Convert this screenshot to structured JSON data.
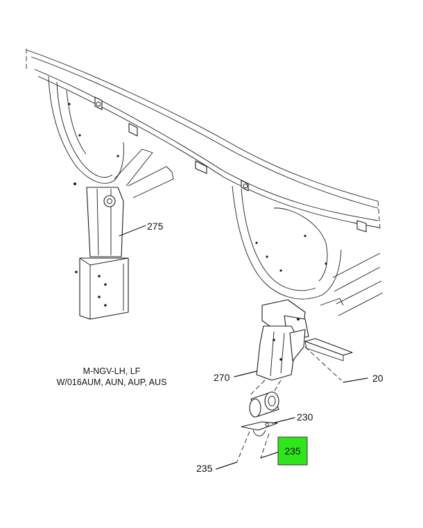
{
  "diagram": {
    "note": {
      "line1": "M-NGV-LH, LF",
      "line2": "W/016AUM, AUN, AUP, AUS"
    },
    "callouts": {
      "c275": "275",
      "c270": "270",
      "c20": "20",
      "c230": "230",
      "c235_left": "235",
      "c235_highlight": "235"
    },
    "highlight_color": "#2ee619"
  }
}
